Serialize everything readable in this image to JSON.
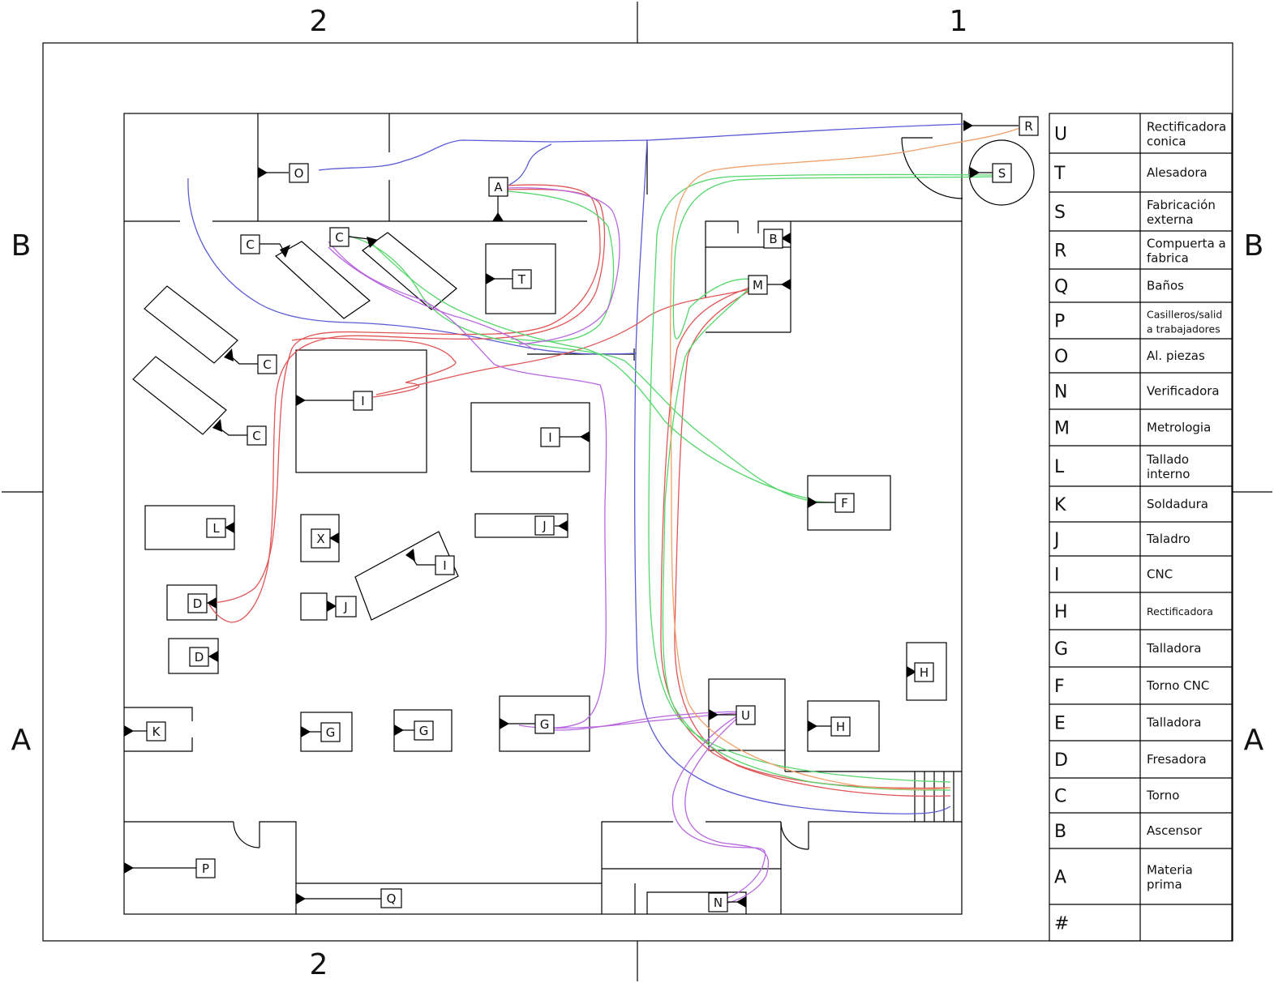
{
  "grid_labels": {
    "top_left": "2",
    "top_right": "1",
    "bottom_left": "2",
    "left_top": "B",
    "left_bottom": "A",
    "right_top": "B",
    "right_bottom": "A"
  },
  "legend": [
    {
      "code": "U",
      "desc1": "Rectificadora",
      "desc2": "conica"
    },
    {
      "code": "T",
      "desc1": "Alesadora",
      "desc2": ""
    },
    {
      "code": "S",
      "desc1": "Fabricación",
      "desc2": "externa"
    },
    {
      "code": "R",
      "desc1": "Compuerta a",
      "desc2": "fabrica"
    },
    {
      "code": "Q",
      "desc1": "Baños",
      "desc2": ""
    },
    {
      "code": "P",
      "desc1": "Casilleros/salid",
      "desc2": "a trabajadores"
    },
    {
      "code": "O",
      "desc1": "Al. piezas",
      "desc2": ""
    },
    {
      "code": "N",
      "desc1": "Verificadora",
      "desc2": ""
    },
    {
      "code": "M",
      "desc1": "Metrologia",
      "desc2": ""
    },
    {
      "code": "L",
      "desc1": "Tallado",
      "desc2": "interno"
    },
    {
      "code": "K",
      "desc1": "Soldadura",
      "desc2": ""
    },
    {
      "code": "J",
      "desc1": "Taladro",
      "desc2": ""
    },
    {
      "code": "I",
      "desc1": "CNC",
      "desc2": ""
    },
    {
      "code": "H",
      "desc1": "Rectificadora",
      "desc2": ""
    },
    {
      "code": "G",
      "desc1": "Talladora",
      "desc2": ""
    },
    {
      "code": "F",
      "desc1": "Torno CNC",
      "desc2": ""
    },
    {
      "code": "E",
      "desc1": "Talladora",
      "desc2": ""
    },
    {
      "code": "D",
      "desc1": "Fresadora",
      "desc2": ""
    },
    {
      "code": "C",
      "desc1": "Torno",
      "desc2": ""
    },
    {
      "code": "B",
      "desc1": "Ascensor",
      "desc2": ""
    },
    {
      "code": "A",
      "desc1": "Materia",
      "desc2": "prima"
    },
    {
      "code": "#",
      "desc1": "",
      "desc2": ""
    }
  ],
  "stations": {
    "o": "O",
    "a": "A",
    "r": "R",
    "s": "S",
    "b": "B",
    "m": "M",
    "t": "T",
    "c1": "C",
    "c2": "C",
    "c3": "C",
    "c4": "C",
    "i1": "I",
    "i2": "I",
    "i3": "I",
    "j1": "J",
    "j2": "J",
    "x": "X",
    "l": "L",
    "d1": "D",
    "d2": "D",
    "f": "F",
    "h1": "H",
    "h2": "H",
    "u": "U",
    "k": "K",
    "g1": "G",
    "g2": "G",
    "g3": "G",
    "p": "P",
    "q": "Q",
    "n": "N"
  },
  "colors": {
    "blue": "#5b5bd6",
    "red": "#e05555",
    "green": "#55d66a",
    "purple": "#b866e0",
    "orange": "#f0a06a"
  }
}
